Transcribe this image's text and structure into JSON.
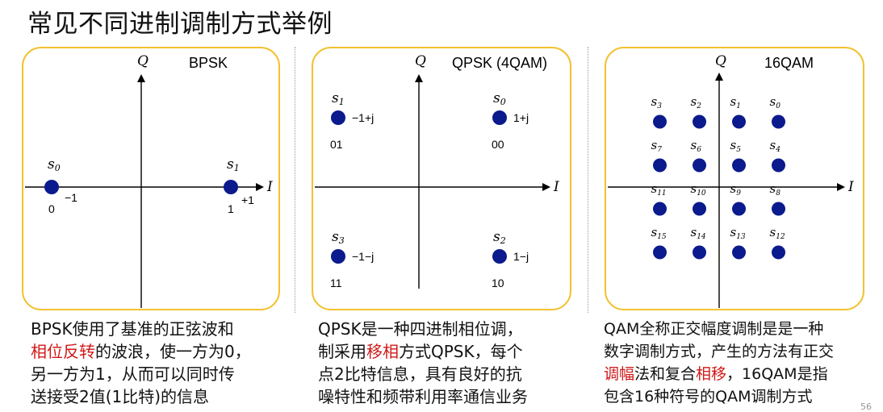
{
  "title": "常见不同进制调制方式举例",
  "page_number": "56",
  "panels": [
    {
      "name": "BPSK",
      "axis_q": "Q",
      "axis_i": "I",
      "points": [
        {
          "symbol": "s",
          "sub": "0",
          "value": "−1",
          "bits": "0"
        },
        {
          "symbol": "s",
          "sub": "1",
          "value": "+1",
          "bits": "1"
        }
      ],
      "desc": [
        [
          {
            "t": "BPSK使用了基准的正弦波和"
          }
        ],
        [
          {
            "t": "相位反转",
            "hl": true
          },
          {
            "t": "的波浪，使一方为0，"
          }
        ],
        [
          {
            "t": "另一方为1，从而可以同时传"
          }
        ],
        [
          {
            "t": "送接受2值(1比特)的信息"
          }
        ]
      ]
    },
    {
      "name": "QPSK (4QAM)",
      "axis_q": "Q",
      "axis_i": "I",
      "points": [
        {
          "symbol": "s",
          "sub": "1",
          "value": "−1+j",
          "bits": "01"
        },
        {
          "symbol": "s",
          "sub": "0",
          "value": "1+j",
          "bits": "00"
        },
        {
          "symbol": "s",
          "sub": "3",
          "value": "−1−j",
          "bits": "11"
        },
        {
          "symbol": "s",
          "sub": "2",
          "value": "1−j",
          "bits": "10"
        }
      ],
      "desc": [
        [
          {
            "t": "QPSK是一种四进制相位调，"
          }
        ],
        [
          {
            "t": "制采用"
          },
          {
            "t": "移相",
            "hl": true
          },
          {
            "t": "方式QPSK，每个"
          }
        ],
        [
          {
            "t": "点2比特信息，具有良好的抗"
          }
        ],
        [
          {
            "t": "噪特性和频带利用率通信业务"
          }
        ]
      ]
    },
    {
      "name": "16QAM",
      "axis_q": "Q",
      "axis_i": "I",
      "points": [
        {
          "symbol": "s",
          "sub": "3"
        },
        {
          "symbol": "s",
          "sub": "2"
        },
        {
          "symbol": "s",
          "sub": "1"
        },
        {
          "symbol": "s",
          "sub": "0"
        },
        {
          "symbol": "s",
          "sub": "7"
        },
        {
          "symbol": "s",
          "sub": "6"
        },
        {
          "symbol": "s",
          "sub": "5"
        },
        {
          "symbol": "s",
          "sub": "4"
        },
        {
          "symbol": "s",
          "sub": "11"
        },
        {
          "symbol": "s",
          "sub": "10"
        },
        {
          "symbol": "s",
          "sub": "9"
        },
        {
          "symbol": "s",
          "sub": "8"
        },
        {
          "symbol": "s",
          "sub": "15"
        },
        {
          "symbol": "s",
          "sub": "14"
        },
        {
          "symbol": "s",
          "sub": "13"
        },
        {
          "symbol": "s",
          "sub": "12"
        }
      ],
      "desc": [
        [
          {
            "t": "QAM全称正交幅度调制是是一种"
          }
        ],
        [
          {
            "t": "数字调制方式，产生的方法有正交"
          }
        ],
        [
          {
            "t": "调幅",
            "hl": true
          },
          {
            "t": "法和复合"
          },
          {
            "t": "相移",
            "hl": true
          },
          {
            "t": "，16QAM是指"
          }
        ],
        [
          {
            "t": "包含16种符号的QAM调制方式"
          }
        ]
      ]
    }
  ],
  "colors": {
    "point": "#0b1a8c",
    "panel_border": "#f2c230",
    "highlight": "#d01818"
  }
}
